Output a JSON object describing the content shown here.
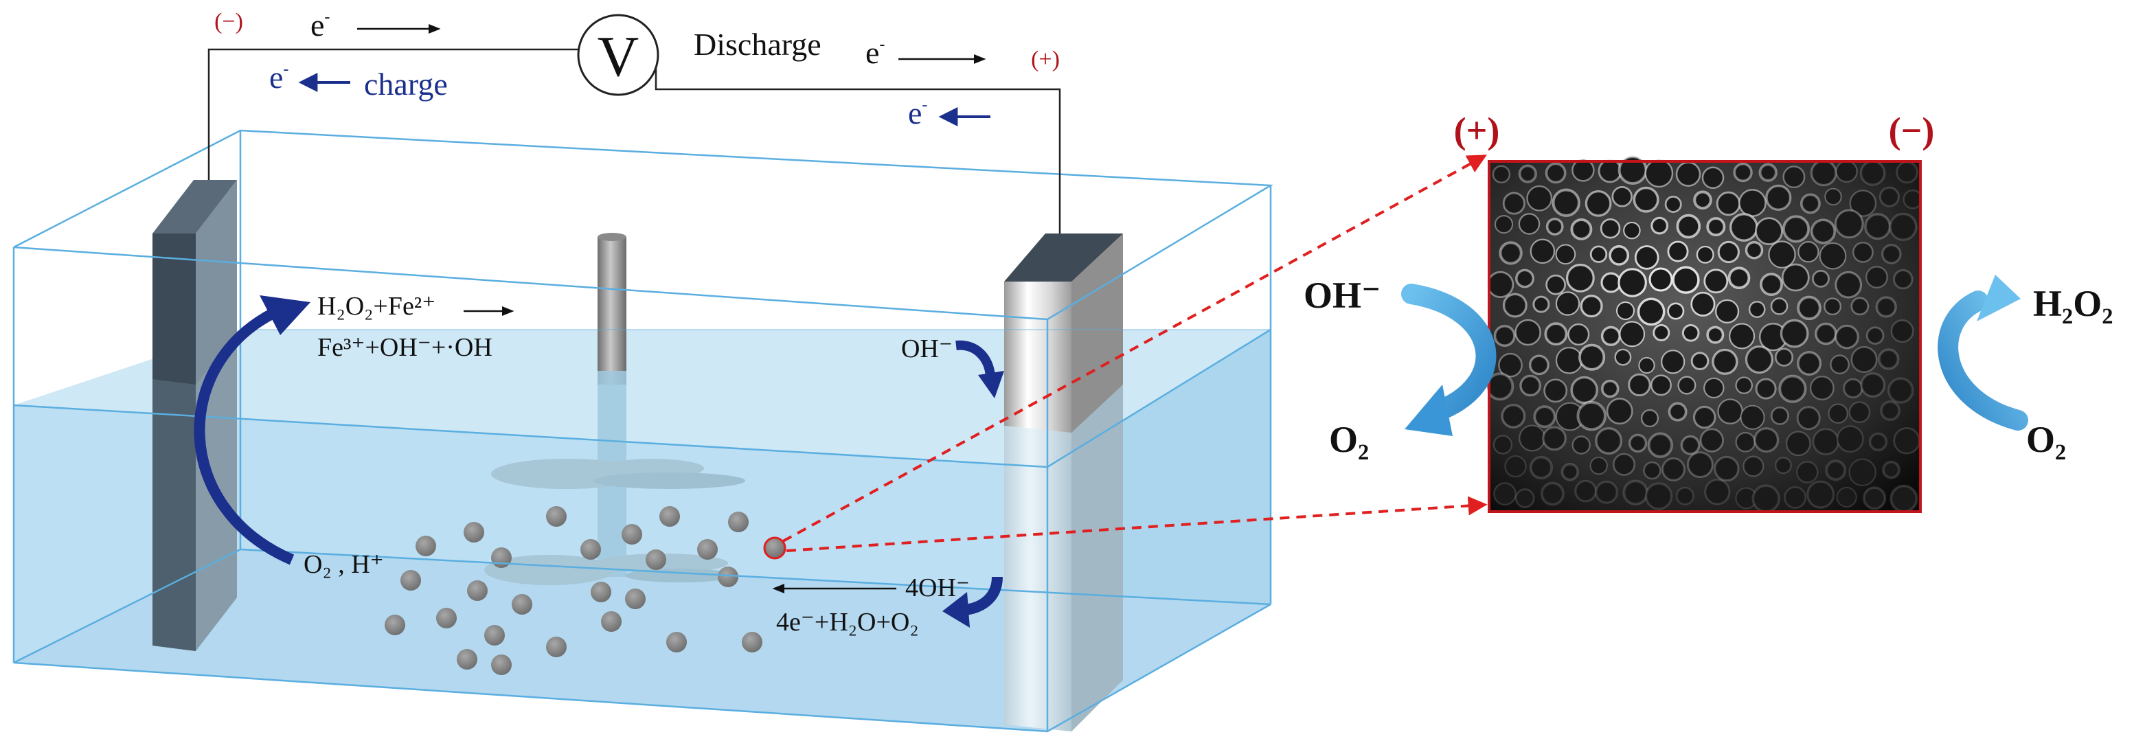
{
  "circuit": {
    "neg_terminal": "(−)",
    "pos_terminal": "(+)",
    "voltmeter": "V",
    "discharge_label": "Discharge",
    "charge_label": "charge",
    "electron": "e",
    "electron_sup": "-"
  },
  "cathode_reactions": {
    "fenton_reactants": "H₂O₂+Fe²⁺",
    "fenton_products": "Fe³⁺+OH⁻+·OH",
    "oxygen_input": "O₂ , H⁺"
  },
  "anode_reactions": {
    "hydroxide_in": "OH⁻",
    "oer_reactant": "4OH⁻",
    "oer_products": "4e⁻+H₂O+O₂"
  },
  "micrograph_panel": {
    "pos_label": "(+)",
    "neg_label": "(−)",
    "left_in": "OH⁻",
    "left_out": "O₂",
    "right_out": "H₂O₂",
    "right_in": "O₂"
  },
  "colors": {
    "water": "#bcdff3",
    "tank_edge": "#5aaee0",
    "arrow_navy": "#1b2f8c",
    "callout_red": "#e02020",
    "terminal_red": "#b0111a",
    "panel_arrow": "#4aa6dc"
  }
}
